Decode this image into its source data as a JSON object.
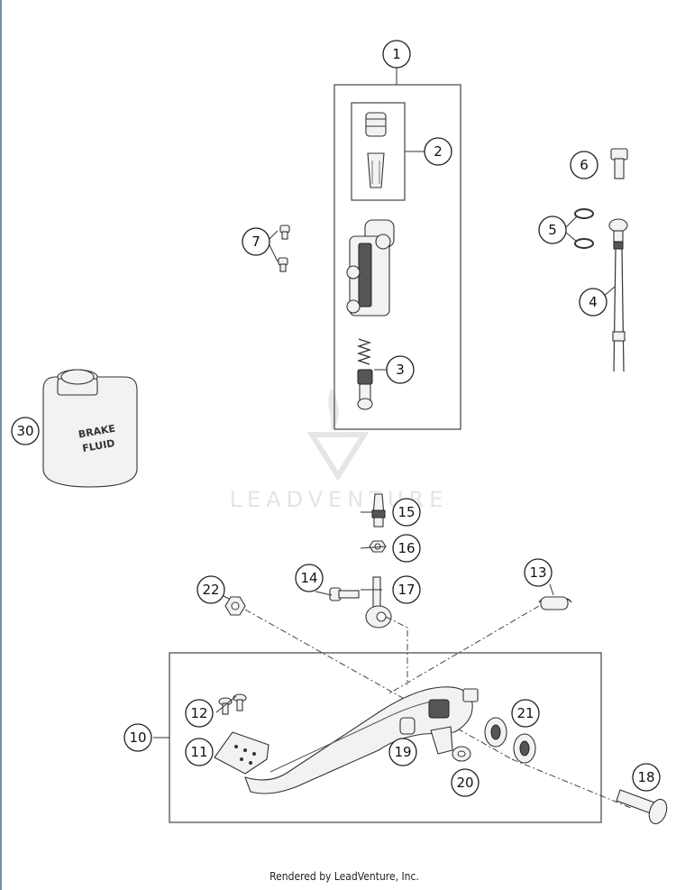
{
  "callouts": [
    {
      "id": "1",
      "label": "1"
    },
    {
      "id": "2",
      "label": "2"
    },
    {
      "id": "3",
      "label": "3"
    },
    {
      "id": "4",
      "label": "4"
    },
    {
      "id": "5",
      "label": "5"
    },
    {
      "id": "6",
      "label": "6"
    },
    {
      "id": "7",
      "label": "7"
    },
    {
      "id": "10",
      "label": "10"
    },
    {
      "id": "11",
      "label": "11"
    },
    {
      "id": "12",
      "label": "12"
    },
    {
      "id": "13",
      "label": "13"
    },
    {
      "id": "14",
      "label": "14"
    },
    {
      "id": "15",
      "label": "15"
    },
    {
      "id": "16",
      "label": "16"
    },
    {
      "id": "17",
      "label": "17"
    },
    {
      "id": "18",
      "label": "18"
    },
    {
      "id": "19",
      "label": "19"
    },
    {
      "id": "20",
      "label": "20"
    },
    {
      "id": "21",
      "label": "21"
    },
    {
      "id": "22",
      "label": "22"
    },
    {
      "id": "30",
      "label": "30"
    }
  ],
  "can_label": {
    "line1": "BRAKE",
    "line2": "FLUID"
  },
  "watermark": "LEADVENTURE",
  "footer": "Rendered by LeadVenture, Inc."
}
